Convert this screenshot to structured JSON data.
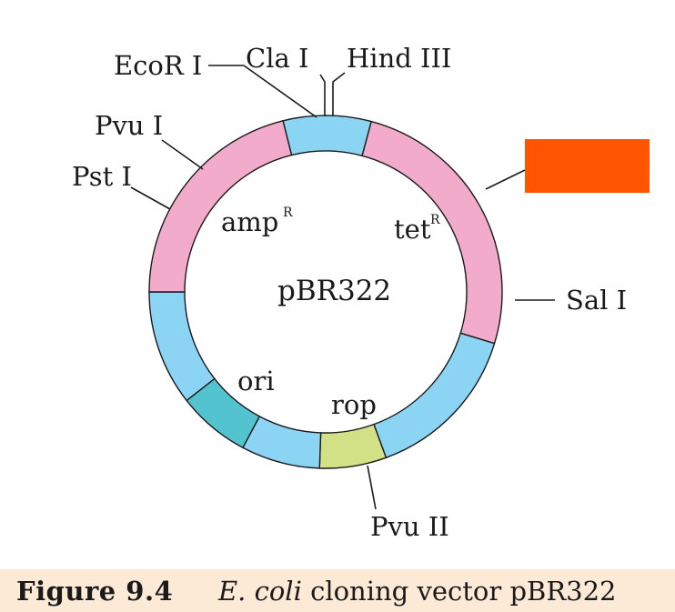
{
  "plasmid": {
    "name": "pBR322",
    "genes": {
      "ampR_base": "amp",
      "tetR_base": "tet",
      "resistance_sup": "R",
      "ori": "ori",
      "rop": "rop"
    }
  },
  "sites": {
    "ecori": "EcoR I",
    "clai": "Cla I",
    "hindiii": "Hind III",
    "pvui": "Pvu I",
    "psti": "Pst I",
    "sali": "Sal I",
    "pvuii": "Pvu II"
  },
  "colors": {
    "pink": "#f3abcc",
    "blue": "#8cd4f4",
    "teal": "#52c3cf",
    "green": "#d3e186",
    "orange": "#ff5500",
    "caption_bg": "#fcead7"
  },
  "caption": {
    "figure_number": "Figure 9.4",
    "species": "E. coli",
    "description": "cloning vector pBR322"
  }
}
